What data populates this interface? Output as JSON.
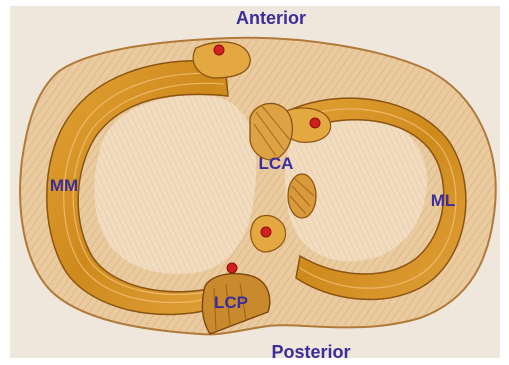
{
  "figure": {
    "labels": {
      "anterior": "Anterior",
      "posterior": "Posterior",
      "medial_meniscus": "MM",
      "lateral_meniscus": "ML",
      "anterior_cruciate": "LCA",
      "posterior_cruciate": "LCP"
    },
    "colors": {
      "background": "#f0e7dc",
      "tibia_fill": "#e9c79a",
      "meniscus": "#d9961f",
      "ligament": "#e0a43a",
      "outline": "#8a5412",
      "marker": "#d21f1f",
      "label": "#3a2d9c"
    }
  }
}
